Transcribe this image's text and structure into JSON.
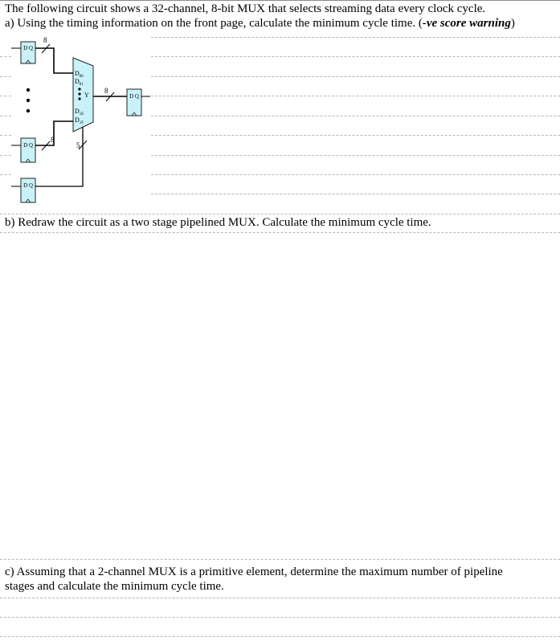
{
  "intro": "The following circuit shows a 32-channel, 8-bit MUX that selects streaming data every clock cycle.",
  "part_a": {
    "text": "a) Using the timing information on the front page, calculate the minimum cycle time. (",
    "warning": "-ve score warning",
    "close": ")"
  },
  "part_b": "b) Redraw the circuit as a two stage pipelined MUX. Calculate the minimum cycle time.",
  "part_c": {
    "line1": "c) Assuming that a 2-channel MUX is a primitive element, determine the maximum number of pipeline",
    "line2": "stages and calculate the minimum cycle time."
  },
  "circuit": {
    "ff_label": "D Q",
    "bus_width_data": "8",
    "bus_width_out": "8",
    "bus_width_sel": "5",
    "mux_inputs": [
      "D00",
      "D01",
      "D1E",
      "D1F"
    ],
    "mux_output": "Y"
  },
  "colors": {
    "flipflop_fill": "#c8f2f8",
    "mux_fill": "#c8f2f8"
  }
}
